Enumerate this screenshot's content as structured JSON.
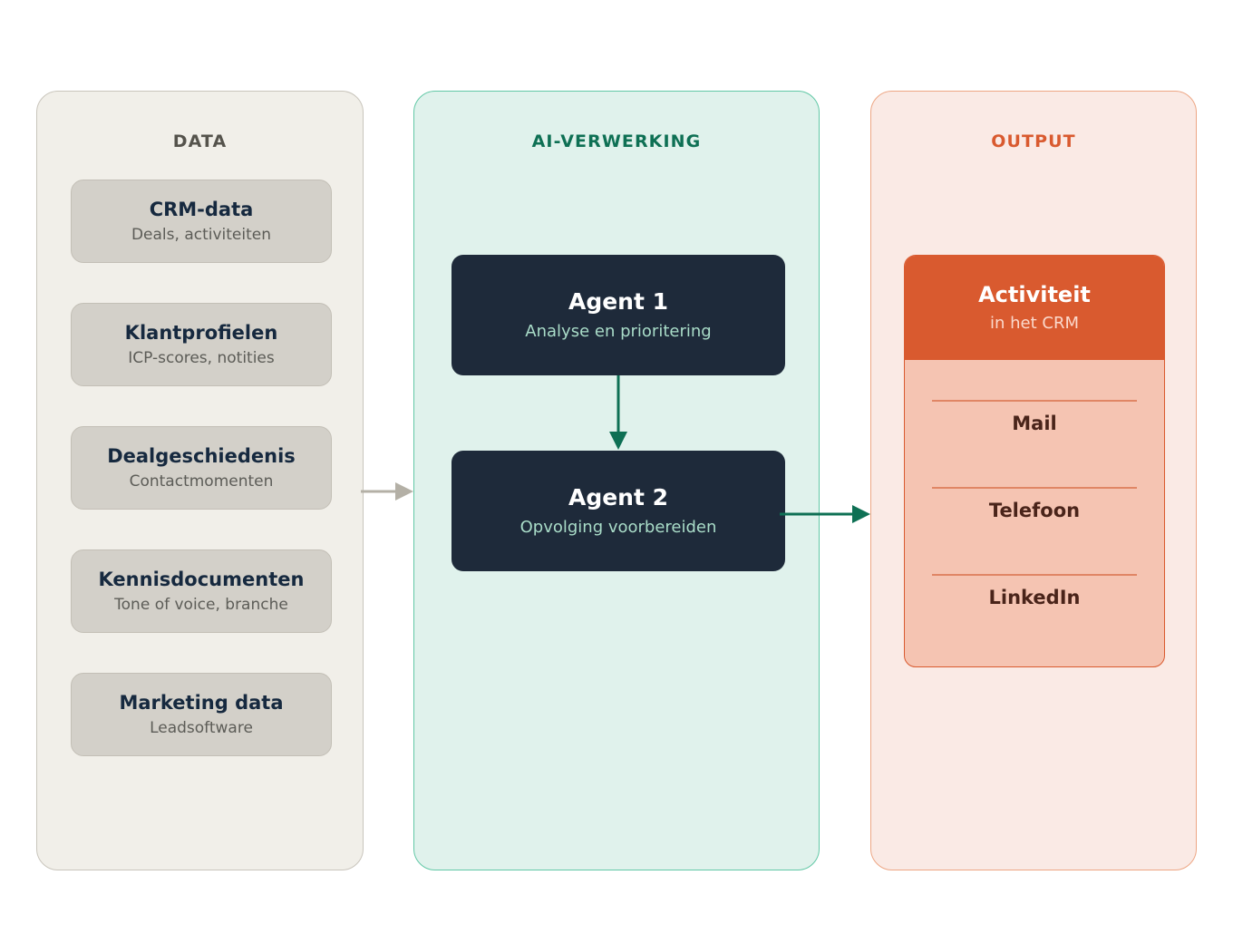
{
  "columns": {
    "data": {
      "title": "DATA",
      "items": [
        {
          "title": "CRM-data",
          "subtitle": "Deals, activiteiten"
        },
        {
          "title": "Klantprofielen",
          "subtitle": "ICP-scores, notities"
        },
        {
          "title": "Dealgeschiedenis",
          "subtitle": "Contactmomenten"
        },
        {
          "title": "Kennisdocumenten",
          "subtitle": "Tone of voice, branche"
        },
        {
          "title": "Marketing data",
          "subtitle": "Leadsoftware"
        }
      ]
    },
    "ai": {
      "title": "AI-VERWERKING",
      "agents": [
        {
          "title": "Agent 1",
          "subtitle": "Analyse en prioritering"
        },
        {
          "title": "Agent 2",
          "subtitle": "Opvolging voorbereiden"
        }
      ]
    },
    "output": {
      "title": "OUTPUT",
      "card": {
        "title": "Activiteit",
        "subtitle": "in het CRM",
        "channels": [
          "Mail",
          "Telefoon",
          "LinkedIn"
        ]
      }
    }
  },
  "connectors": [
    {
      "name": "data-to-ai",
      "direction": "right",
      "color": "#B4B0A6"
    },
    {
      "name": "agent1-to-agent2",
      "direction": "down",
      "color": "#0E7054"
    },
    {
      "name": "ai-to-output",
      "direction": "right",
      "color": "#0E7054"
    }
  ],
  "colors": {
    "data_panel": "#F1EFE9",
    "data_card": "#D3D0C9",
    "ai_panel": "#E0F2EC",
    "agent_card": "#1E2A3A",
    "output_panel": "#FAEAE5",
    "output_header": "#D95A2F",
    "output_body": "#F5C4B2",
    "green_accent": "#0E7054",
    "navy_text": "#16293F"
  }
}
